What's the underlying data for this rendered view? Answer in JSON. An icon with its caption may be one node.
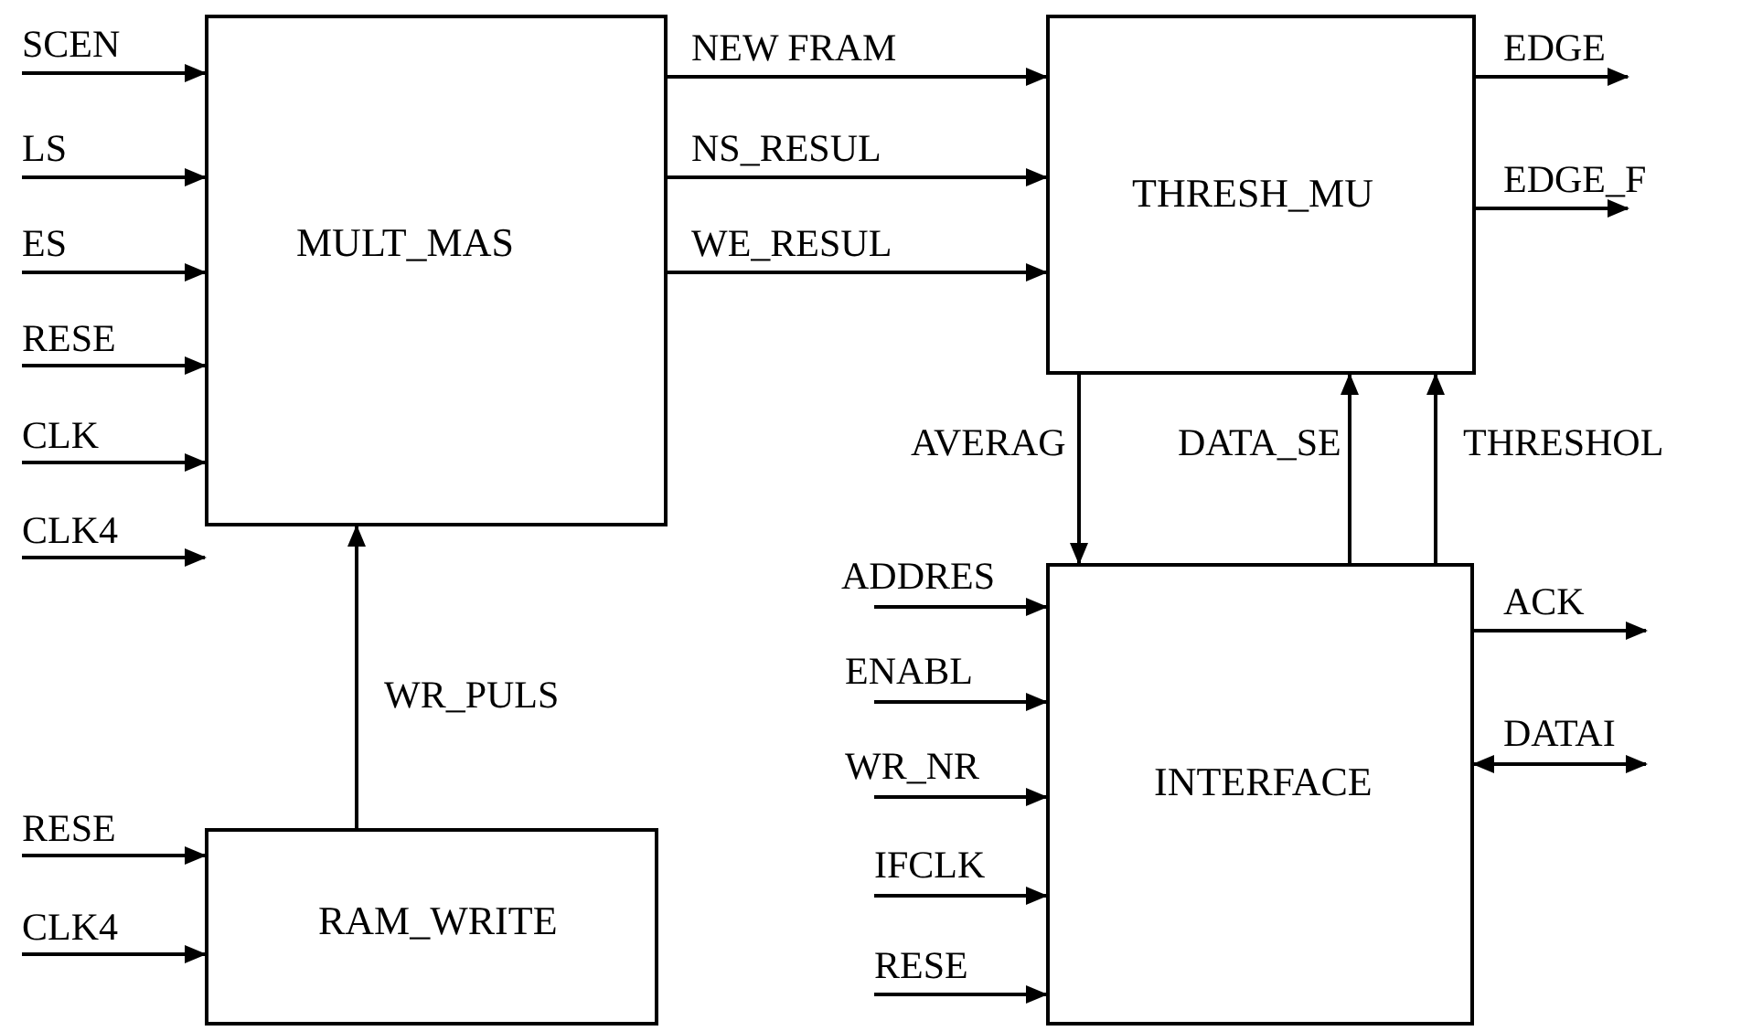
{
  "diagram": {
    "nodes": [
      {
        "text": [
          "MULT_MAS"
        ]
      },
      {
        "text": [
          "THRESH_MU"
        ]
      },
      {
        "text": [
          "INTERFACE"
        ]
      },
      {
        "text": [
          "RAM_WRITE"
        ]
      }
    ],
    "edges": [
      {
        "from": null,
        "to": 0,
        "arrow": "to",
        "label": "SCEN"
      },
      {
        "from": null,
        "to": 0,
        "arrow": "to",
        "label": "LS"
      },
      {
        "from": null,
        "to": 0,
        "arrow": "to",
        "label": "ES"
      },
      {
        "from": null,
        "to": 0,
        "arrow": "to",
        "label": "RESE"
      },
      {
        "from": null,
        "to": 0,
        "arrow": "to",
        "label": "CLK"
      },
      {
        "from": null,
        "to": 0,
        "arrow": "to",
        "label": "CLK4"
      },
      {
        "from": 0,
        "to": 1,
        "arrow": "to",
        "label": "NEW FRAM"
      },
      {
        "from": 0,
        "to": 1,
        "arrow": "to",
        "label": "NS_RESUL"
      },
      {
        "from": 0,
        "to": 1,
        "arrow": "to",
        "label": "WE_RESUL"
      },
      {
        "from": 1,
        "to": null,
        "arrow": "to",
        "label": "EDGE"
      },
      {
        "from": 1,
        "to": null,
        "arrow": "to",
        "label": "EDGE_F"
      },
      {
        "from": 1,
        "to": 2,
        "arrow": "to",
        "label": "AVERAG"
      },
      {
        "from": 2,
        "to": 1,
        "arrow": "to",
        "label": "DATA_SE"
      },
      {
        "from": 2,
        "to": 1,
        "arrow": "to",
        "label": "THRESHOL"
      },
      {
        "from": 3,
        "to": 0,
        "arrow": "to",
        "label": "WR_PULS"
      },
      {
        "from": null,
        "to": 3,
        "arrow": "to",
        "label": "RESE"
      },
      {
        "from": null,
        "to": 3,
        "arrow": "to",
        "label": "CLK4"
      },
      {
        "from": null,
        "to": 2,
        "arrow": "to",
        "label": "ADDRES"
      },
      {
        "from": null,
        "to": 2,
        "arrow": "to",
        "label": "ENABL"
      },
      {
        "from": null,
        "to": 2,
        "arrow": "to",
        "label": "WR_NR"
      },
      {
        "from": null,
        "to": 2,
        "arrow": "to",
        "label": "IFCLK"
      },
      {
        "from": null,
        "to": 2,
        "arrow": "to",
        "label": "RESE"
      },
      {
        "from": 2,
        "to": null,
        "arrow": "to",
        "label": "ACK"
      },
      {
        "from": 2,
        "to": null,
        "arrow": "both",
        "label": "DATAI"
      }
    ]
  }
}
